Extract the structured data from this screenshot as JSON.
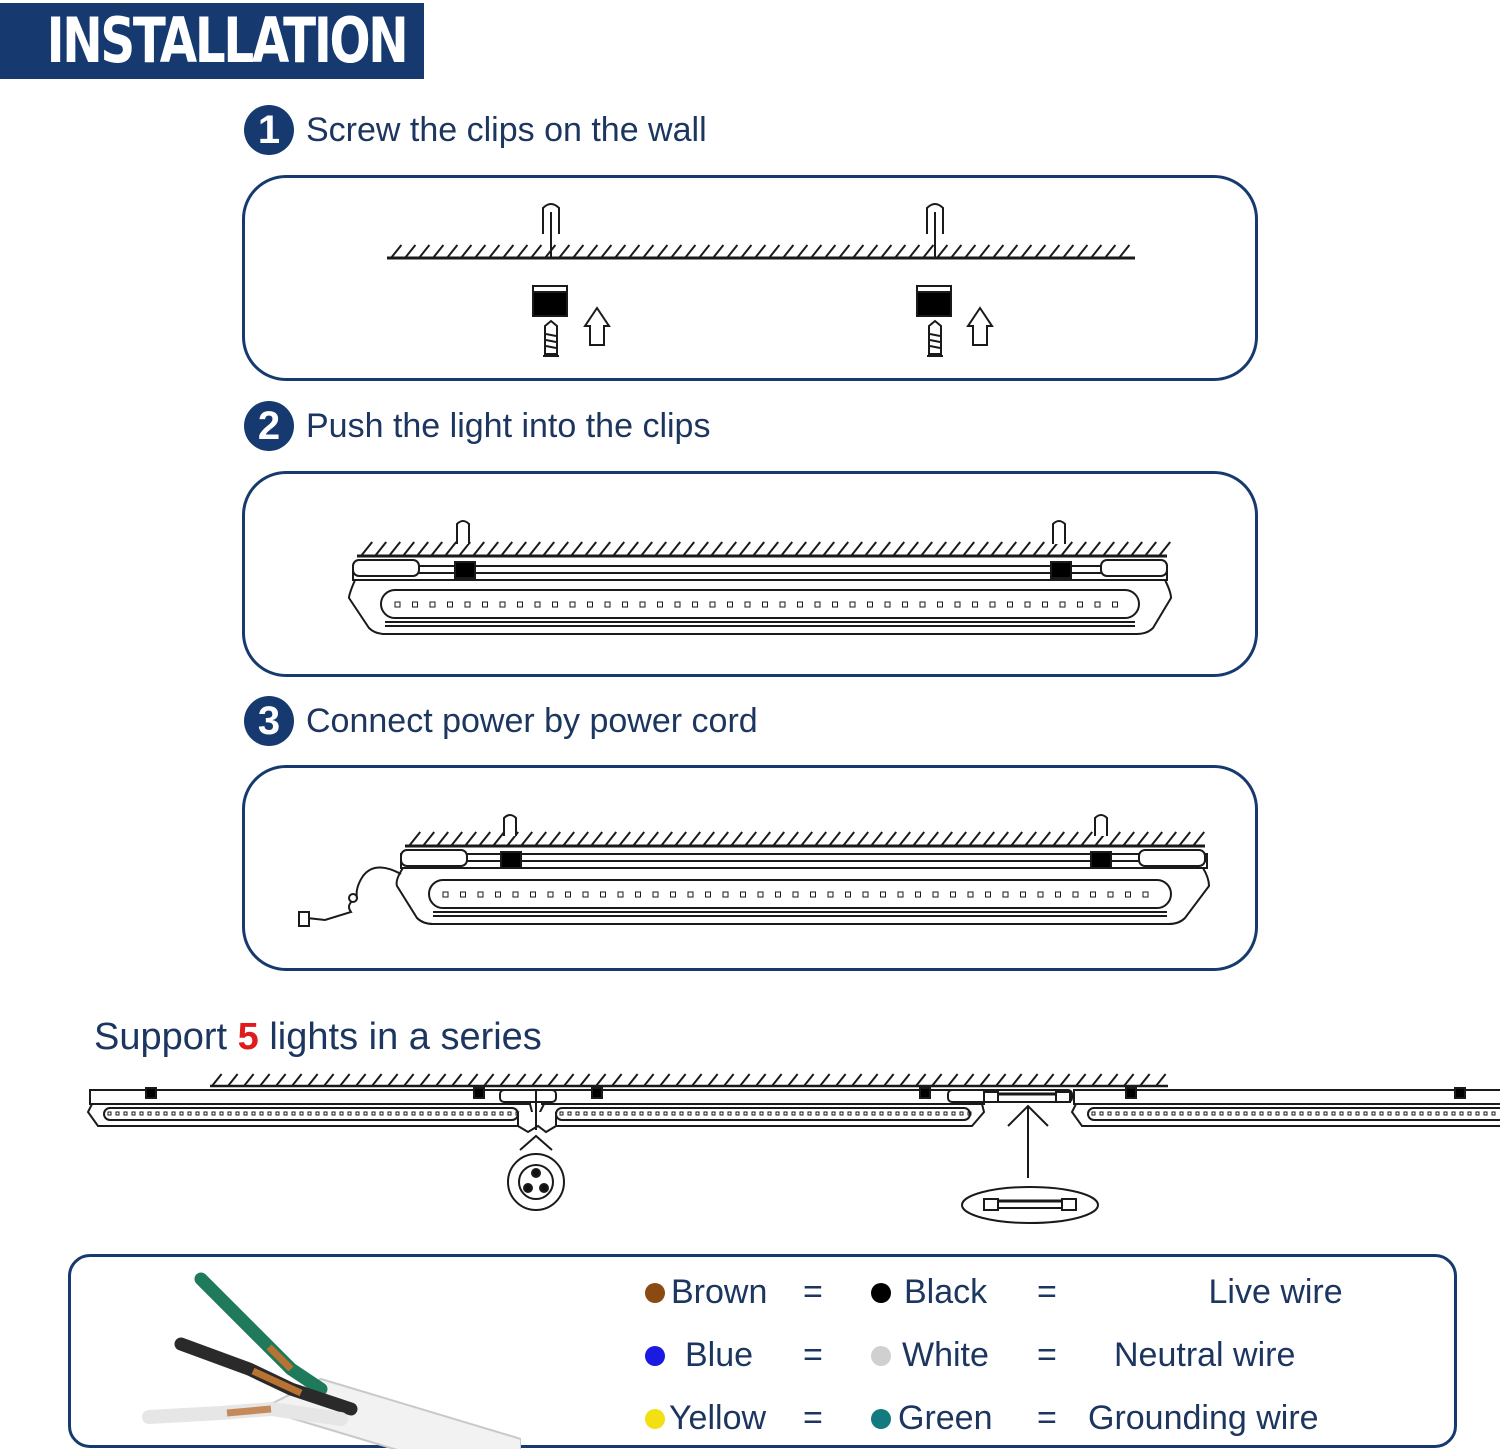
{
  "header": {
    "title": "INSTALLATION",
    "bg_color": "#163a6f"
  },
  "steps": [
    {
      "number": "1",
      "text": "Screw the clips on the wall"
    },
    {
      "number": "2",
      "text": "Push the light into the clips"
    },
    {
      "number": "3",
      "text": "Connect power by power cord"
    }
  ],
  "series": {
    "prefix": "Support ",
    "count": "5",
    "suffix": " lights in a series",
    "count_color": "#e01b1b"
  },
  "wires": [
    {
      "color1": "Brown",
      "dot1": "#8b4a12",
      "eq1": "=",
      "color2": "Black",
      "dot2": "#000000",
      "eq2": "=",
      "meaning": "Live wire"
    },
    {
      "color1": "Blue",
      "dot1": "#1a1ae0",
      "eq1": "=",
      "color2": "White",
      "dot2": "#d0d0d0",
      "eq2": "=",
      "meaning": "Neutral wire"
    },
    {
      "color1": "Yellow",
      "dot1": "#f2e012",
      "eq1": "=",
      "color2": "Green",
      "dot2": "#137a80",
      "eq2": "=",
      "meaning": "Grounding wire"
    }
  ],
  "colors": {
    "accent": "#163a6f",
    "line": "#1a1a1a"
  },
  "icons": [
    "screw-icon",
    "clip-icon",
    "up-arrow-icon",
    "power-plug-icon",
    "connector-icon",
    "power-cable-icon"
  ]
}
